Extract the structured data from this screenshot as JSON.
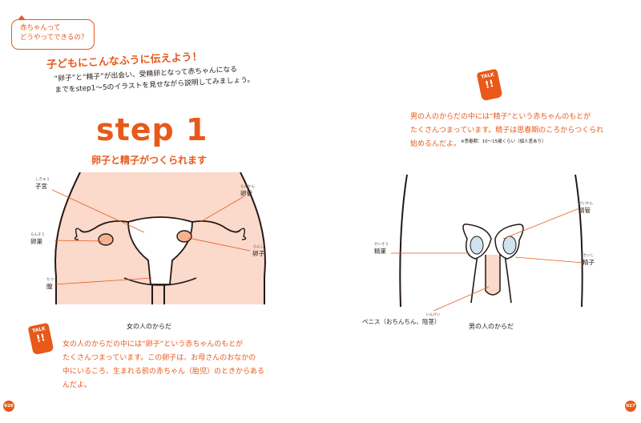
{
  "bubble": {
    "line1": "赤ちゃんって",
    "line2": "どうやってできるの？"
  },
  "heading": "子どもにこんなふうに伝えよう！",
  "intro": {
    "line1": "“卵子”と“精子”が出会い、受精卵となって赤ちゃんになる",
    "line2": "までをstep1～5のイラストを見せながら説明してみましょう。"
  },
  "step_title": "step 1",
  "step_subtitle": "卵子と精子がつくられます",
  "female": {
    "labels": {
      "uterus": "子宮",
      "uterus_ruby": "しきゅう",
      "tube": "卵管",
      "tube_ruby": "らんかん",
      "ovary_left": "卵巣",
      "ovary_left_ruby": "らんそう",
      "ovary_right": "卵子",
      "ovary_right_ruby": "らんし",
      "vagina": "膣",
      "vagina_ruby": "ちつ"
    },
    "caption": "女の人のからだ",
    "text": {
      "line1": "女の人のからだの中には“卵子”という赤ちゃんのもとが",
      "line2": "たくさんつまっています。この卵子は、お母さんのおなかの",
      "line3": "中にいるころ、生まれる前の赤ちゃん（胎児）のときからある",
      "line4": "んだよ。"
    }
  },
  "male": {
    "labels": {
      "sperm_duct": "精管",
      "sperm_duct_ruby": "せいかん",
      "testis": "精巣",
      "testis_ruby": "せいそう",
      "sperm": "精子",
      "sperm_ruby": "せいし",
      "penis": "ペニス（おちんちん、陰茎）",
      "penis_ruby": "いんけい"
    },
    "caption": "男の人のからだ",
    "text": {
      "line1": "男の人のからだの中には“精子”という赤ちゃんのもとが",
      "line2": "たくさんつまっています。精子は思春期のころからつくられ",
      "line3": "始めるんだよ。"
    },
    "note": "※思春期：10～15歳くらい（個人差あり）"
  },
  "talk": {
    "word": "TALK",
    "bang": "!!"
  },
  "pages": {
    "left": "026",
    "right": "027"
  },
  "colors": {
    "accent": "#e8591a",
    "skin": "#fbd9cb"
  }
}
